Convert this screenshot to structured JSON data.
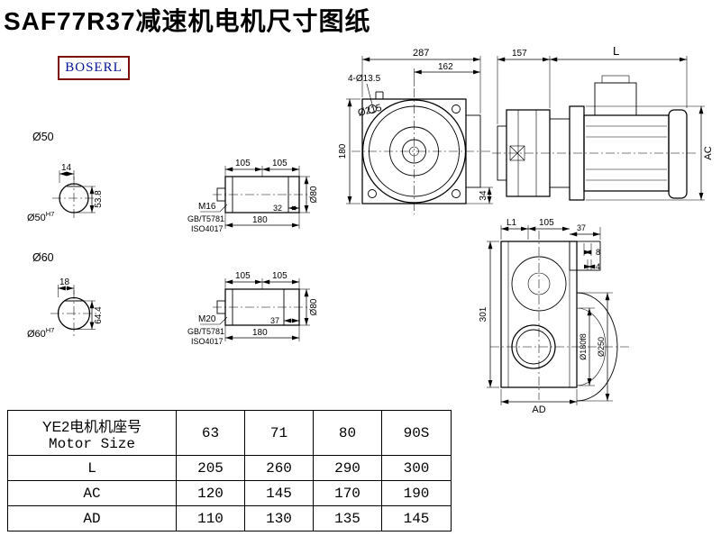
{
  "page": {
    "title": "SAF77R37减速机电机尺寸图纸",
    "logo_text": "BOSERL"
  },
  "shaft_end_views": {
    "top": {
      "dia": "Ø50",
      "key_width": "14",
      "key_height": "53.8",
      "dia_fit": "Ø50",
      "fit_tol": "H7"
    },
    "bottom": {
      "dia": "Ø60",
      "key_width": "18",
      "key_height": "64.4",
      "dia_fit": "Ø60",
      "fit_tol": "H7"
    }
  },
  "shaft_side_views": {
    "top": {
      "len_a": "105",
      "len_b": "105",
      "thread_len": "32",
      "total_len": "180",
      "dia": "Ø80",
      "bolt": "M16",
      "std_gb": "GB/T5781",
      "std_iso": "ISO4017"
    },
    "bottom": {
      "len_a": "105",
      "len_b": "105",
      "thread_len": "37",
      "total_len": "180",
      "dia": "Ø80",
      "bolt": "M20",
      "std_gb": "GB/T5781",
      "std_iso": "ISO4017"
    }
  },
  "front_view": {
    "overall_width": "287",
    "right_width": "162",
    "bolt_holes": "4-Ø13.5",
    "flange_dia": "Ø215",
    "height": "180",
    "foot_height": "34"
  },
  "side_view": {
    "gear_length": "157",
    "motor_length": "L",
    "motor_height": "AC"
  },
  "output_view": {
    "len_l1": "L1",
    "len_105": "105",
    "step_37": "37",
    "step_8": "8",
    "step_4": "4",
    "height": "301",
    "spigot_dia": "Ø180f8",
    "flange_dia": "Ø250",
    "width": "AD"
  },
  "table": {
    "header_cn": "YE2电机机座号",
    "header_en": "Motor Size",
    "sizes": [
      "63",
      "71",
      "80",
      "90S"
    ],
    "rows": [
      {
        "label": "L",
        "values": [
          "205",
          "260",
          "290",
          "300"
        ]
      },
      {
        "label": "AC",
        "values": [
          "120",
          "145",
          "170",
          "190"
        ]
      },
      {
        "label": "AD",
        "values": [
          "110",
          "130",
          "135",
          "145"
        ]
      }
    ]
  }
}
